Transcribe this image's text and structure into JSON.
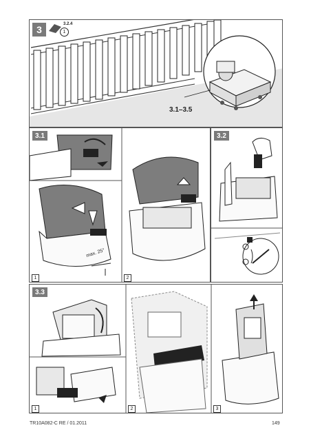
{
  "step_main": {
    "badge": "3",
    "ref": "3.2.4",
    "ref_circle": "1",
    "range_label": "3.1–3.5"
  },
  "step_31": {
    "badge": "3.1",
    "sub1": "1",
    "sub2": "2",
    "angle_label": "max. 25°"
  },
  "step_32": {
    "badge": "3.2"
  },
  "step_33": {
    "badge": "3.3",
    "sub1": "1",
    "sub2": "2",
    "sub3": "3"
  },
  "footer": {
    "doc_ref": "TR10A082-C  RE / 01.2011",
    "page_number": "149"
  },
  "colors": {
    "badge": "#7a7a7a",
    "cover": "#7d7d7d",
    "frame": "#555555"
  }
}
